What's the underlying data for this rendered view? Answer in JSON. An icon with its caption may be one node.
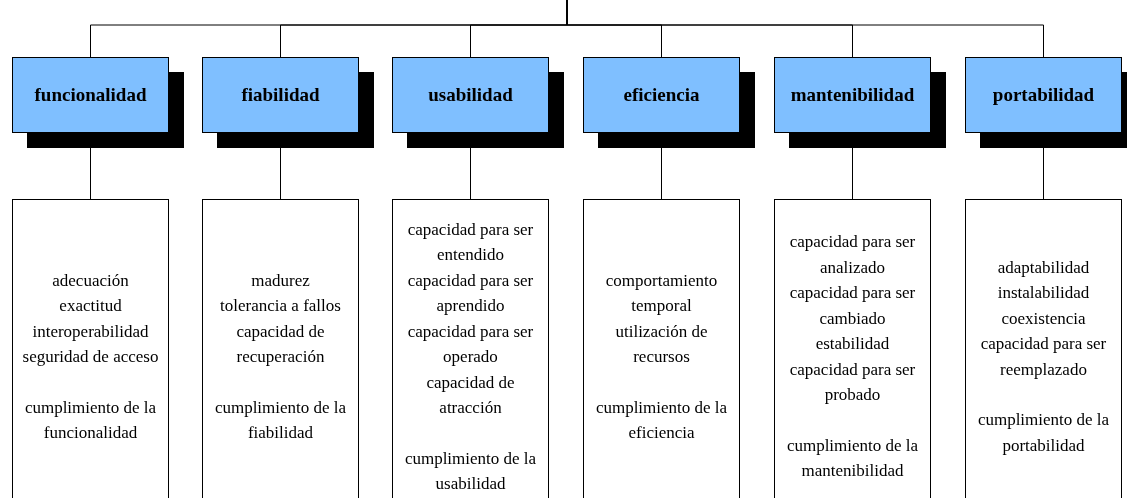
{
  "diagram": {
    "nodes": [
      {
        "text": [
          "funcionalidad"
        ]
      },
      {
        "text": [
          "fiabilidad"
        ]
      },
      {
        "text": [
          "usabilidad"
        ]
      },
      {
        "text": [
          "eficiencia"
        ]
      },
      {
        "text": [
          "mantenibilidad"
        ]
      },
      {
        "text": [
          "portabilidad"
        ]
      },
      {
        "text": [
          "adecuación",
          "exactitud",
          "interoperabilidad",
          "seguridad de acceso",
          "cumplimiento de la funcionalidad"
        ]
      },
      {
        "text": [
          "madurez",
          "tolerancia a fallos",
          "capacidad de recuperación",
          "cumplimiento de la fiabilidad"
        ]
      },
      {
        "text": [
          "capacidad para ser entendido",
          "capacidad para ser aprendido",
          "capacidad para ser operado",
          "capacidad de atracción",
          "cumplimiento de la usabilidad"
        ]
      },
      {
        "text": [
          "comportamiento temporal",
          "utilización de recursos",
          "cumplimiento de la eficiencia"
        ]
      },
      {
        "text": [
          "capacidad para ser analizado",
          "capacidad para ser cambiado",
          "estabilidad",
          "capacidad para ser probado",
          "cumplimiento de la mantenibilidad"
        ]
      },
      {
        "text": [
          "adaptabilidad",
          "instalabilidad",
          "coexistencia",
          "capacidad para ser reemplazado",
          "cumplimiento de la portabilidad"
        ]
      }
    ],
    "edges": [
      {
        "from": null,
        "to": 0,
        "arrow": "none"
      },
      {
        "from": null,
        "to": 1,
        "arrow": "none"
      },
      {
        "from": null,
        "to": 2,
        "arrow": "none"
      },
      {
        "from": null,
        "to": 3,
        "arrow": "none"
      },
      {
        "from": null,
        "to": 4,
        "arrow": "none"
      },
      {
        "from": null,
        "to": 5,
        "arrow": "none"
      },
      {
        "from": 0,
        "to": 6,
        "arrow": "none"
      },
      {
        "from": 1,
        "to": 7,
        "arrow": "none"
      },
      {
        "from": 2,
        "to": 8,
        "arrow": "none"
      },
      {
        "from": 3,
        "to": 9,
        "arrow": "none"
      },
      {
        "from": 4,
        "to": 10,
        "arrow": "none"
      },
      {
        "from": 5,
        "to": 11,
        "arrow": "none"
      }
    ]
  }
}
